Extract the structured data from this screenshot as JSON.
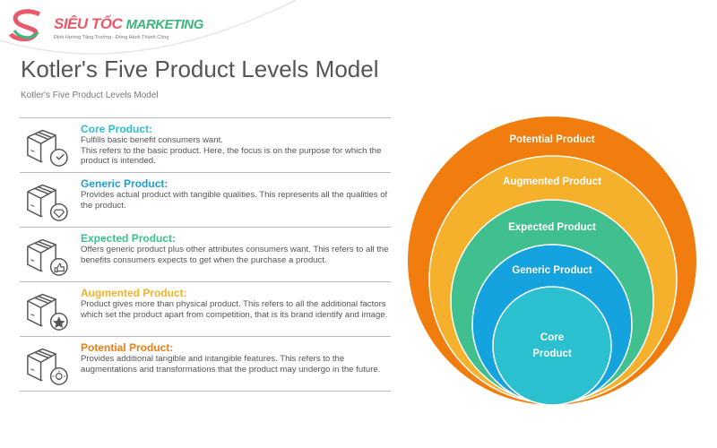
{
  "logo": {
    "brand_part1": "SIÊU TỐC",
    "brand_part2": "MARKETING",
    "slogan": "Định Hướng Tăng Trưởng - Đồng Hành Thành Công"
  },
  "title": "Kotler's Five Product Levels Model",
  "subtitle": "Kotler's  Five Product  Levels Model",
  "levels": [
    {
      "name": "Core Product",
      "color": "#2bbfcf",
      "icon": "box-check-icon",
      "lines": [
        "Fulfills basic benefit consumers  want.",
        "This refers  to the basic product. Here, the focus is on the purpose for which the product is intended."
      ]
    },
    {
      "name": "Generic Product",
      "color": "#1a9ed8",
      "icon": "box-diamond-icon",
      "lines": [
        "Provides actual product with tangible qualities.  This represents  all the qualities of the product."
      ]
    },
    {
      "name": "Expected Product",
      "color": "#3bbf8f",
      "icon": "box-thumbs-up-icon",
      "lines": [
        "Offers generic product plus other attributes consumers  want. This refers to all the benefits consumers expects  to get when the purchase a product."
      ]
    },
    {
      "name": "Augmented Product",
      "color": "#f0b429",
      "icon": "box-star-icon",
      "lines": [
        "Product gives more than physical product. This refers to all the additional factors which set the product apart from competition, that is its brand identify and image."
      ]
    },
    {
      "name": "Potential Product",
      "color": "#f07d0e",
      "icon": "box-lightbulb-icon",
      "lines": [
        "Provides additional tangible and intangible features.  This refers to the augmentations and transformations that the product may undergo in the future."
      ]
    }
  ],
  "diagram": {
    "potential": "Potential Product",
    "augmented": "Augmented Product",
    "expected": "Expected Product",
    "generic": "Generic Product",
    "core_line1": "Core",
    "core_line2": "Product"
  }
}
